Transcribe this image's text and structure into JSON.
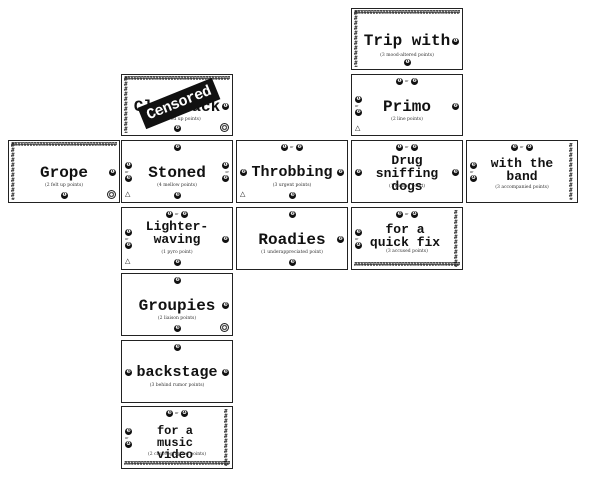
{
  "cards": [
    {
      "id": "trip-with",
      "title": "Trip with",
      "subtitle": "(3 mood-altered points)",
      "pips": [
        "❶",
        "❶"
      ]
    },
    {
      "id": "primo",
      "title": "Primo",
      "subtitle": "(2 line points)",
      "pips": [
        "❶",
        "or",
        "❷",
        "❶",
        "or",
        "❷",
        "❷"
      ]
    },
    {
      "id": "censored-card",
      "title": "Cl    ack",
      "subtitle": "(3         ed up points)",
      "pips": [
        "❶",
        "❷"
      ],
      "stamp": "Censored"
    },
    {
      "id": "grope",
      "title": "Grope",
      "subtitle": "(2 felt up points)",
      "pips": [
        "❶",
        "❶"
      ]
    },
    {
      "id": "stoned",
      "title": "Stoned",
      "subtitle": "(4 mellow points)",
      "pips": [
        "❷",
        "❶",
        "or",
        "❸",
        "❶",
        "or",
        "❷",
        "❸"
      ]
    },
    {
      "id": "throbbing",
      "title": "Throbbing",
      "subtitle": "(3 urgent points)",
      "pips": [
        "❶",
        "or",
        "❷",
        "❷",
        "❷",
        "❸"
      ]
    },
    {
      "id": "drug-sniffing-dogs",
      "title": "Drug sniffing dogs",
      "subtitle": "(1 canine point)",
      "pips": [
        "❶",
        "or",
        "❷",
        "❷",
        "❸"
      ]
    },
    {
      "id": "with-the-band",
      "title": "with the band",
      "subtitle": "(3 accompanied points)",
      "pips": [
        "❸",
        "or",
        "❹",
        "❸",
        "or",
        "❹"
      ]
    },
    {
      "id": "lighter-waving",
      "title": "Lighter-waving",
      "subtitle": "(1 pyro point)",
      "pips": [
        "❶",
        "or",
        "❷",
        "❶",
        "or",
        "❷",
        "❷",
        "❷"
      ]
    },
    {
      "id": "roadies",
      "title": "Roadies",
      "subtitle": "(1 underappreciated point)",
      "pips": [
        "❷",
        "❷",
        "❸"
      ]
    },
    {
      "id": "for-a-quick-fix",
      "title": "for a quick fix",
      "subtitle": "(3 accused points)",
      "pips": [
        "❸",
        "or",
        "❹",
        "❸",
        "or",
        "❹"
      ]
    },
    {
      "id": "groupies",
      "title": "Groupies",
      "subtitle": "(2 liaison points)",
      "pips": [
        "❷",
        "❸",
        "❸"
      ]
    },
    {
      "id": "backstage",
      "title": "backstage",
      "subtitle": "(3 behind rumor points)",
      "pips": [
        "❸",
        "❸",
        "❸"
      ]
    },
    {
      "id": "for-a-music-video",
      "title": "for a music video",
      "subtitle": "(2 choreographed points)",
      "pips": [
        "❸",
        "or",
        "❹",
        "❸",
        "or",
        "❹"
      ]
    }
  ],
  "icons": {
    "disc": "vinyl-record-icon",
    "triangle": "triangle-a-icon"
  }
}
